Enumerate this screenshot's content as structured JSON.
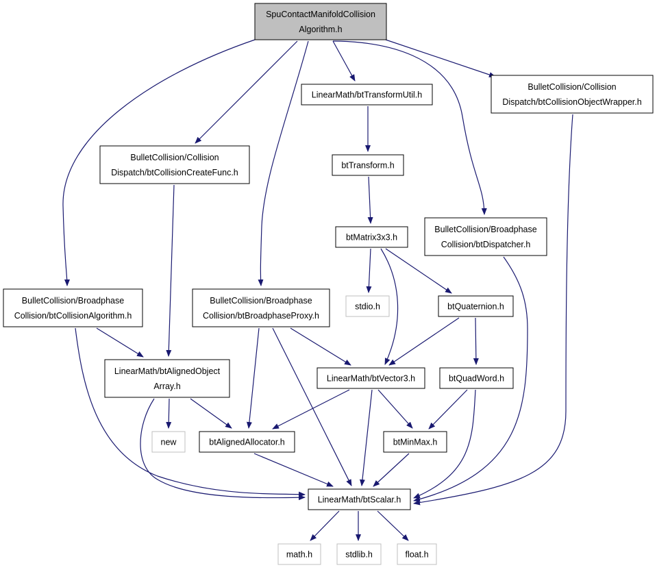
{
  "colors": {
    "edge": "#191970",
    "node_border": "#000000",
    "node_border_external": "#bfbfbf",
    "root_fill": "#bfbfbf",
    "node_fill": "#ffffff",
    "text": "#000000"
  },
  "nodes": {
    "root": {
      "lines": [
        "SpuContactManifoldCollision",
        "Algorithm.h"
      ],
      "root": true
    },
    "transformutil": {
      "lines": [
        "LinearMath/btTransformUtil.h"
      ]
    },
    "objwrapper": {
      "lines": [
        "BulletCollision/Collision",
        "Dispatch/btCollisionObjectWrapper.h"
      ]
    },
    "createfunc": {
      "lines": [
        "BulletCollision/Collision",
        "Dispatch/btCollisionCreateFunc.h"
      ]
    },
    "transform": {
      "lines": [
        "btTransform.h"
      ]
    },
    "matrix3x3": {
      "lines": [
        "btMatrix3x3.h"
      ]
    },
    "dispatcher": {
      "lines": [
        "BulletCollision/Broadphase",
        "Collision/btDispatcher.h"
      ]
    },
    "collalgo": {
      "lines": [
        "BulletCollision/Broadphase",
        "Collision/btCollisionAlgorithm.h"
      ]
    },
    "bpproxy": {
      "lines": [
        "BulletCollision/Broadphase",
        "Collision/btBroadphaseProxy.h"
      ]
    },
    "stdio": {
      "lines": [
        "stdio.h"
      ],
      "external": true
    },
    "quaternion": {
      "lines": [
        "btQuaternion.h"
      ]
    },
    "alignedarray": {
      "lines": [
        "LinearMath/btAlignedObject",
        "Array.h"
      ]
    },
    "vector3": {
      "lines": [
        "LinearMath/btVector3.h"
      ]
    },
    "quadword": {
      "lines": [
        "btQuadWord.h"
      ]
    },
    "new": {
      "lines": [
        "new"
      ],
      "external": true
    },
    "allocator": {
      "lines": [
        "btAlignedAllocator.h"
      ]
    },
    "minmax": {
      "lines": [
        "btMinMax.h"
      ]
    },
    "scalar": {
      "lines": [
        "LinearMath/btScalar.h"
      ]
    },
    "math": {
      "lines": [
        "math.h"
      ],
      "external": true
    },
    "stdlib": {
      "lines": [
        "stdlib.h"
      ],
      "external": true
    },
    "float": {
      "lines": [
        "float.h"
      ],
      "external": true
    }
  },
  "edges": [
    [
      "root",
      "transformutil"
    ],
    [
      "root",
      "objwrapper"
    ],
    [
      "root",
      "createfunc"
    ],
    [
      "root",
      "dispatcher"
    ],
    [
      "root",
      "collalgo"
    ],
    [
      "root",
      "bpproxy"
    ],
    [
      "transformutil",
      "transform"
    ],
    [
      "transform",
      "matrix3x3"
    ],
    [
      "matrix3x3",
      "stdio"
    ],
    [
      "matrix3x3",
      "quaternion"
    ],
    [
      "matrix3x3",
      "vector3"
    ],
    [
      "createfunc",
      "alignedarray"
    ],
    [
      "collalgo",
      "alignedarray"
    ],
    [
      "collalgo",
      "scalar"
    ],
    [
      "bpproxy",
      "vector3"
    ],
    [
      "bpproxy",
      "allocator"
    ],
    [
      "bpproxy",
      "scalar"
    ],
    [
      "quaternion",
      "vector3"
    ],
    [
      "quaternion",
      "quadword"
    ],
    [
      "alignedarray",
      "new"
    ],
    [
      "alignedarray",
      "allocator"
    ],
    [
      "alignedarray",
      "scalar"
    ],
    [
      "vector3",
      "allocator"
    ],
    [
      "vector3",
      "minmax"
    ],
    [
      "vector3",
      "scalar"
    ],
    [
      "quadword",
      "minmax"
    ],
    [
      "quadword",
      "scalar"
    ],
    [
      "allocator",
      "scalar"
    ],
    [
      "minmax",
      "scalar"
    ],
    [
      "dispatcher",
      "scalar"
    ],
    [
      "objwrapper",
      "scalar"
    ],
    [
      "scalar",
      "math"
    ],
    [
      "scalar",
      "stdlib"
    ],
    [
      "scalar",
      "float"
    ]
  ]
}
